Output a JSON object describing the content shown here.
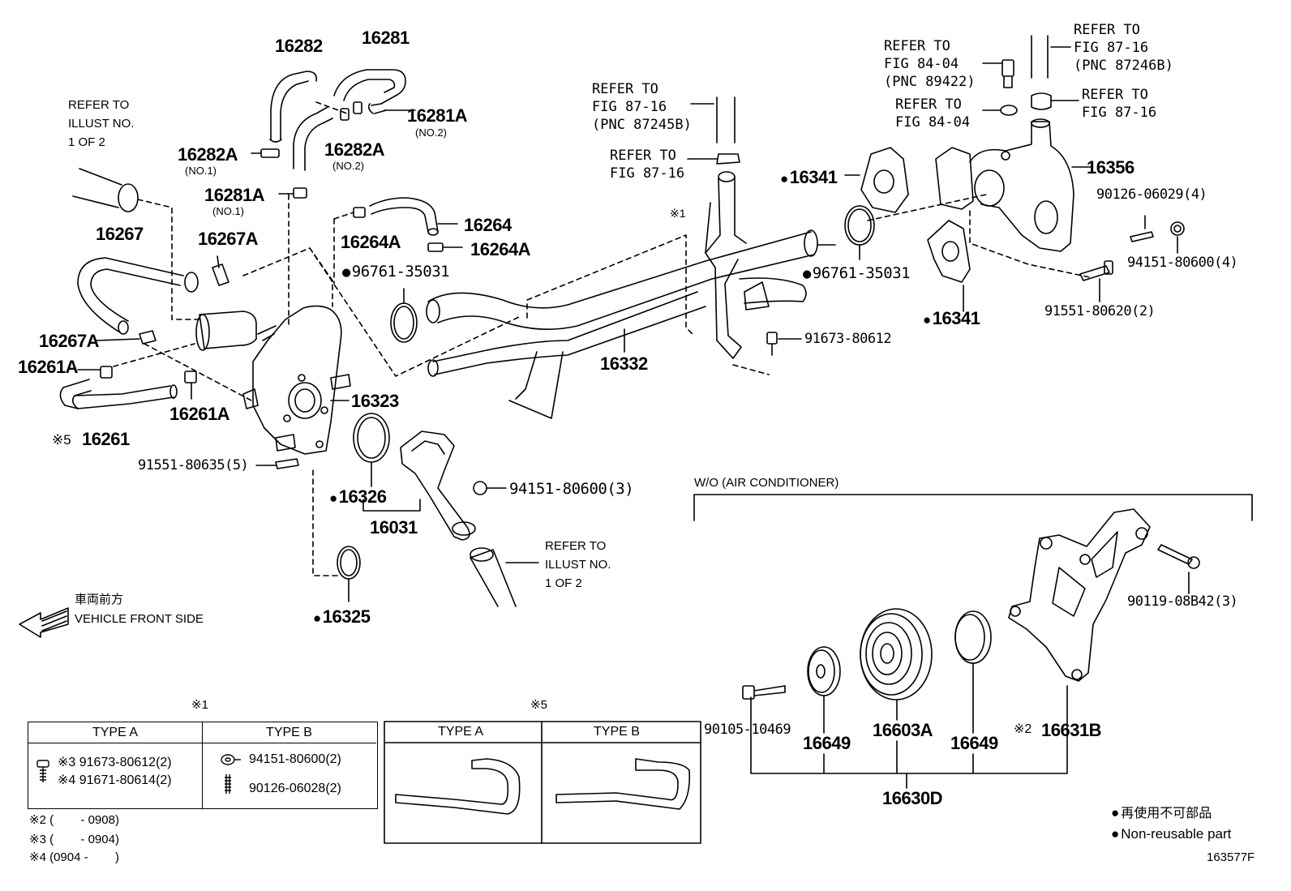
{
  "diagram_id": "163577F",
  "parts": {
    "p16282": "16282",
    "p16281": "16281",
    "p16281A_no2": "16281A",
    "no2_a": "(NO.2)",
    "p16282A_no1": "16282A",
    "no1_a": "(NO.1)",
    "p16282A_no2": "16282A",
    "no2_b": "(NO.2)",
    "p16281A_no1": "16281A",
    "no1_b": "(NO.1)",
    "p16267": "16267",
    "p16267A_1": "16267A",
    "p16267A_2": "16267A",
    "p16261A_1": "16261A",
    "p16261A_2": "16261A",
    "p16261": "16261",
    "p16264": "16264",
    "p16264A_1": "16264A",
    "p16264A_2": "16264A",
    "p96761_1": "96761-35031",
    "p96761_2": "96761-35031",
    "p16323": "16323",
    "p91551_80635": "91551-80635(5)",
    "p16326": "16326",
    "p16031": "16031",
    "p94151_3": "94151-80600(3)",
    "p16325": "16325",
    "p16332": "16332",
    "p91673": "91673-80612",
    "p16341_1": "16341",
    "p16341_2": "16341",
    "p16356": "16356",
    "p90126_4": "90126-06029(4)",
    "p94151_4": "94151-80600(4)",
    "p91551_80620": "91551-80620(2)",
    "p90119": "90119-08B42(3)",
    "p90105": "90105-10469",
    "p16649_1": "16649",
    "p16603A": "16603A",
    "p16649_2": "16649",
    "p16631B": "16631B",
    "p16630D": "16630D"
  },
  "refs": {
    "illust_1": "REFER TO\nILLUST NO.\n1 OF 2",
    "illust_2": "REFER TO\nILLUST NO.\n1 OF 2",
    "fig8716_a": "REFER TO\nFIG 87-16\n(PNC 87245B)",
    "fig8716_b": "REFER TO\nFIG 87-16",
    "fig8404_a": "REFER TO\nFIG 84-04\n(PNC 89422)",
    "fig8404_b": "REFER TO\nFIG 84-04",
    "fig8716_c": "REFER TO\nFIG 87-16\n(PNC 87246B)",
    "fig8716_d": "REFER TO\nFIG 87-16"
  },
  "marks": {
    "x1": "※1",
    "x1_table": "※1",
    "x5": "※5",
    "x5_table": "※5",
    "x2": "※2"
  },
  "front": {
    "jp": "車両前方",
    "en": "VEHICLE FRONT SIDE"
  },
  "wo_ac": "W/O (AIR CONDITIONER)",
  "table1": {
    "type_a": "TYPE A",
    "type_b": "TYPE B",
    "row_a1": "※3 91673-80612(2)",
    "row_a2": "※4 91671-80614(2)",
    "row_b1": "94151-80600(2)",
    "row_b2": "90126-06028(2)"
  },
  "table2": {
    "type_a": "TYPE A",
    "type_b": "TYPE B"
  },
  "footnotes": {
    "n2": "※2 (        - 0908)",
    "n3": "※3 (        - 0904)",
    "n4": "※4 (0904 -        )"
  },
  "legend": {
    "jp": "再使用不可部品",
    "en": "Non-reusable part"
  }
}
